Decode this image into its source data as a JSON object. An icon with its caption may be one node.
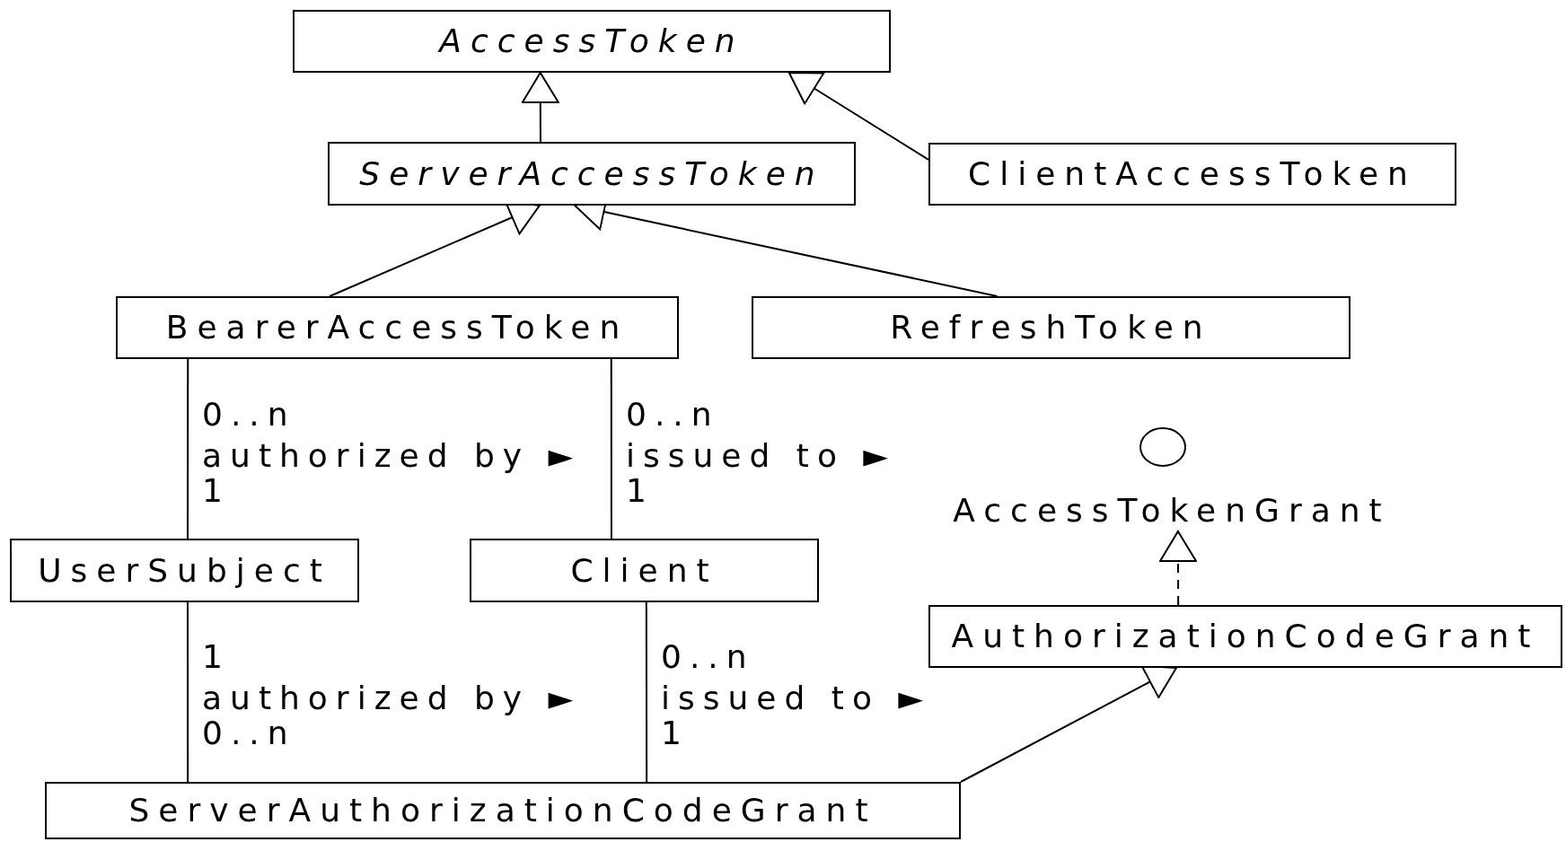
{
  "diagram": {
    "nodes": [
      {
        "text": [
          "AccessToken"
        ]
      },
      {
        "text": [
          "ServerAccessToken"
        ]
      },
      {
        "text": [
          "ClientAccessToken"
        ]
      },
      {
        "text": [
          "BearerAccessToken"
        ]
      },
      {
        "text": [
          "RefreshToken"
        ]
      },
      {
        "text": [
          "AccessTokenGrant"
        ]
      },
      {
        "text": [
          "UserSubject"
        ]
      },
      {
        "text": [
          "Client"
        ]
      },
      {
        "text": [
          "AuthorizationCodeGrant"
        ]
      },
      {
        "text": [
          "ServerAuthorizationCodeGrant"
        ]
      }
    ],
    "edges": [
      {
        "from": 1,
        "to": 0,
        "arrow": "to"
      },
      {
        "from": 2,
        "to": 0,
        "arrow": "to"
      },
      {
        "from": 3,
        "to": 1,
        "arrow": "to"
      },
      {
        "from": 4,
        "to": 1,
        "arrow": "to"
      },
      {
        "from": 3,
        "to": 6,
        "arrow": "none",
        "label": "authorized by ►"
      },
      {
        "from": 3,
        "to": 7,
        "arrow": "none",
        "label": "issued to ►"
      },
      {
        "from": 6,
        "to": 9,
        "arrow": "none",
        "label": "authorized by ►"
      },
      {
        "from": 7,
        "to": 9,
        "arrow": "none",
        "label": "issued to ►"
      },
      {
        "from": 8,
        "to": 5,
        "arrow": "to",
        "style": "dashed"
      },
      {
        "from": 9,
        "to": 8,
        "arrow": "to"
      }
    ],
    "labels": [
      "0..n",
      "0..n",
      "1",
      "1",
      "1",
      "0..n",
      "0..n",
      "1"
    ]
  }
}
